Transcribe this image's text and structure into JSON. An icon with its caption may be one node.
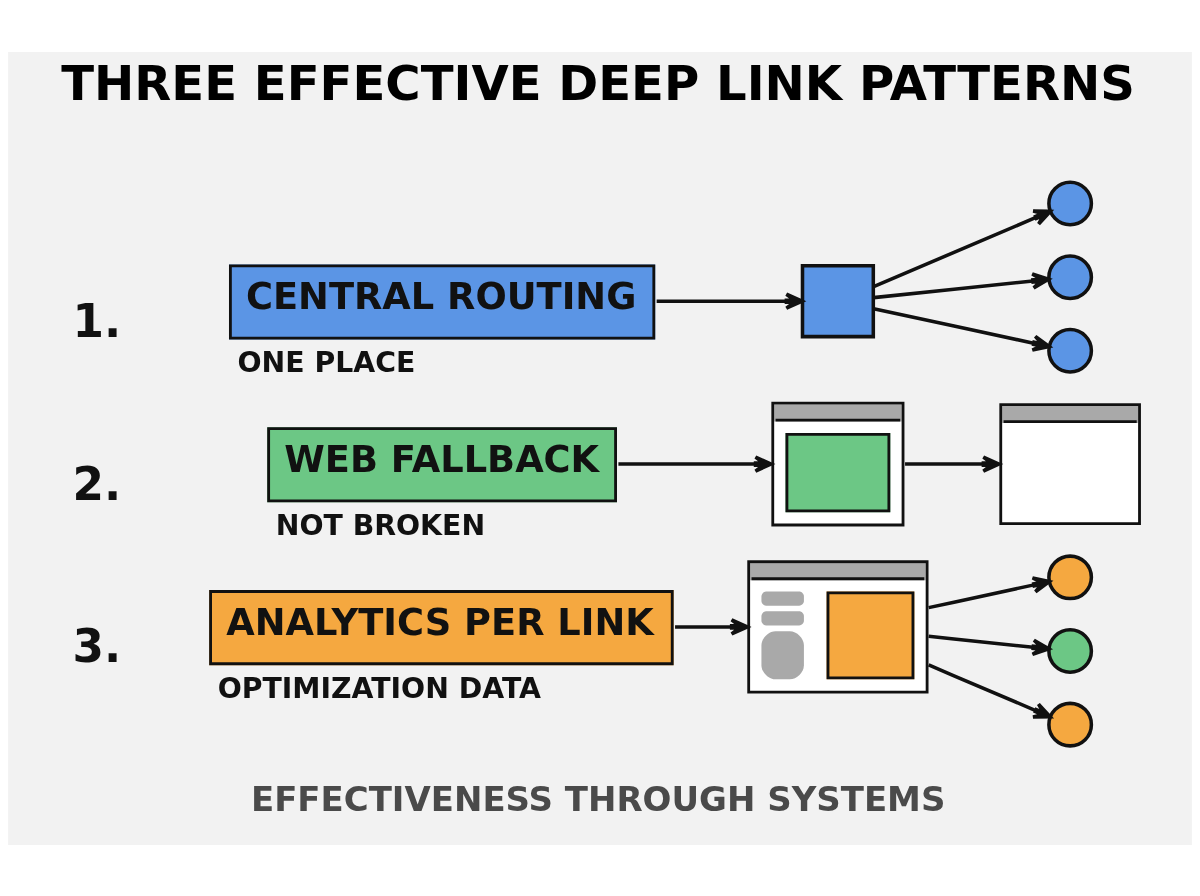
{
  "diagram": {
    "title": "THREE EFFECTIVE DEEP LINK PATTERNS",
    "caption": "EFFECTIVENESS THROUGH SYSTEMS",
    "nodes": [
      {
        "text": [
          "CENTRAL ROUTING"
        ],
        "beside": [
          "ONE PLACE"
        ]
      },
      {
        "text": [],
        "shape": "box"
      },
      {
        "text": [],
        "shape": "circle"
      },
      {
        "text": [],
        "shape": "circle"
      },
      {
        "text": [],
        "shape": "circle"
      },
      {
        "text": [
          "WEB FALLBACK"
        ],
        "beside": [
          "NOT BROKEN"
        ]
      },
      {
        "text": [],
        "shape": "picture"
      },
      {
        "text": [],
        "shape": "picture"
      },
      {
        "text": [
          "ANALYTICS PER LINK"
        ],
        "beside": [
          "OPTIMIZATION DATA"
        ]
      },
      {
        "text": [],
        "shape": "picture"
      },
      {
        "text": [],
        "shape": "circle"
      },
      {
        "text": [],
        "shape": "circle"
      },
      {
        "text": [],
        "shape": "circle"
      }
    ],
    "edges": [
      {
        "from": 0,
        "to": 1,
        "arrow": "to"
      },
      {
        "from": 1,
        "to": 2,
        "arrow": "to"
      },
      {
        "from": 1,
        "to": 3,
        "arrow": "to"
      },
      {
        "from": 1,
        "to": 4,
        "arrow": "to"
      },
      {
        "from": 5,
        "to": 6,
        "arrow": "to"
      },
      {
        "from": 6,
        "to": 7,
        "arrow": "to"
      },
      {
        "from": 8,
        "to": 9,
        "arrow": "to"
      },
      {
        "from": 9,
        "to": 10,
        "arrow": "to"
      },
      {
        "from": 9,
        "to": 11,
        "arrow": "to"
      },
      {
        "from": 9,
        "to": 12,
        "arrow": "to"
      }
    ],
    "labels": [
      "1.",
      "2.",
      "3."
    ]
  }
}
